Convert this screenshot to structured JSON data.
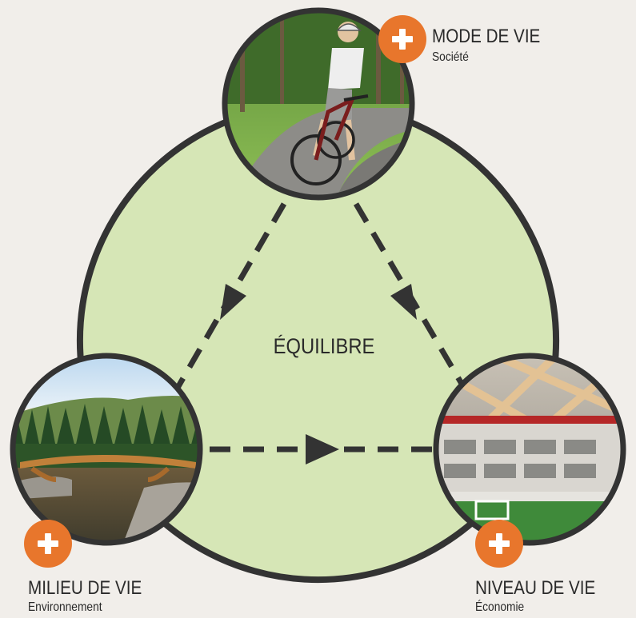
{
  "center": {
    "label": "ÉQUILIBRE"
  },
  "nodes": [
    {
      "id": "mode",
      "title": "MODE DE VIE",
      "subtitle": "Société",
      "image": "cyclist-photo"
    },
    {
      "id": "milieu",
      "title": "MILIEU DE VIE",
      "subtitle": "Environnement",
      "image": "wooden-bridge-photo"
    },
    {
      "id": "niveau",
      "title": "NIVEAU DE VIE",
      "subtitle": "Économie",
      "image": "sports-complex-photo"
    }
  ],
  "plus_symbol": "+",
  "colors": {
    "background": "#f1eeea",
    "triangle_fill": "#d6e6b6",
    "outline": "#333333",
    "accent": "#e8762c",
    "text": "#2a2a2a"
  }
}
